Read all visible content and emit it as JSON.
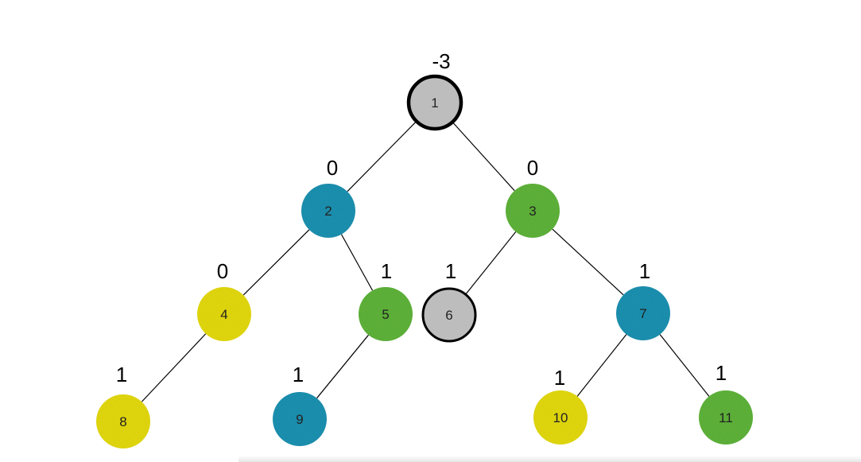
{
  "colors": {
    "yellow": "#e6dc10",
    "blue": "#1b93b3",
    "green": "#5fb53a",
    "gray": "#bdbdbd",
    "highlight": "#e0140f",
    "stroke": "#000000"
  },
  "nodes": [
    {
      "id": "1",
      "label": "1",
      "value": "-3",
      "color": "gray",
      "outlined": true,
      "value_highlight": true
    },
    {
      "id": "2",
      "label": "2",
      "value": "0",
      "color": "blue",
      "outlined": false
    },
    {
      "id": "3",
      "label": "3",
      "value": "0",
      "color": "green",
      "outlined": false
    },
    {
      "id": "4",
      "label": "4",
      "value": "0",
      "color": "yellow",
      "outlined": false
    },
    {
      "id": "5",
      "label": "5",
      "value": "1",
      "color": "green",
      "outlined": false
    },
    {
      "id": "6",
      "label": "6",
      "value": "1",
      "color": "gray",
      "outlined": true
    },
    {
      "id": "7",
      "label": "7",
      "value": "1",
      "color": "blue",
      "outlined": false
    },
    {
      "id": "8",
      "label": "8",
      "value": "1",
      "color": "yellow",
      "outlined": false
    },
    {
      "id": "9",
      "label": "9",
      "value": "1",
      "color": "blue",
      "outlined": false
    },
    {
      "id": "10",
      "label": "10",
      "value": "1",
      "color": "yellow",
      "outlined": false
    },
    {
      "id": "11",
      "label": "11",
      "value": "1",
      "color": "green",
      "outlined": false
    }
  ],
  "edges": [
    [
      "1",
      "2"
    ],
    [
      "1",
      "3"
    ],
    [
      "2",
      "4"
    ],
    [
      "2",
      "5"
    ],
    [
      "3",
      "6"
    ],
    [
      "3",
      "7"
    ],
    [
      "4",
      "8"
    ],
    [
      "5",
      "9"
    ],
    [
      "7",
      "10"
    ],
    [
      "7",
      "11"
    ]
  ]
}
